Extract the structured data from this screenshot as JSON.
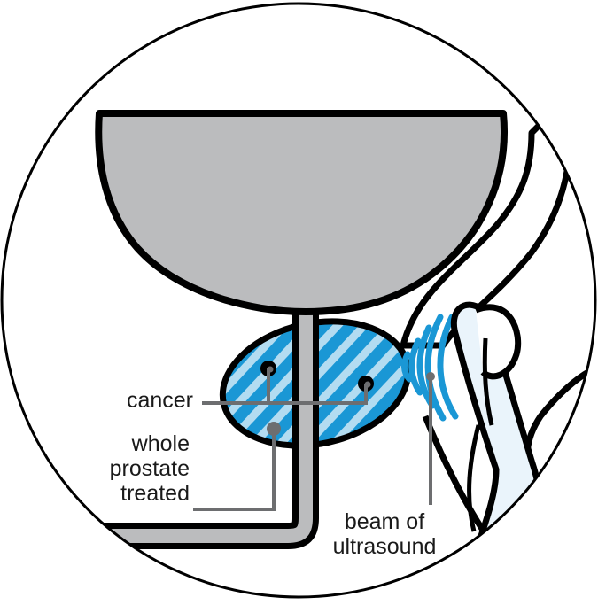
{
  "labels": {
    "cancer": "cancer",
    "whole_prostate_line1": "whole",
    "whole_prostate_line2": "prostate",
    "whole_prostate_line3": "treated",
    "beam_line1": "beam of",
    "beam_line2": "ultrasound"
  },
  "colors": {
    "outline": "#000000",
    "bladder_fill": "#bbbcbe",
    "prostate_blue": "#1a97d5",
    "prostate_light": "#b3dcf1",
    "probe_fill": "#eaf4fb",
    "leader_line": "#6d6e70",
    "background": "#ffffff"
  }
}
